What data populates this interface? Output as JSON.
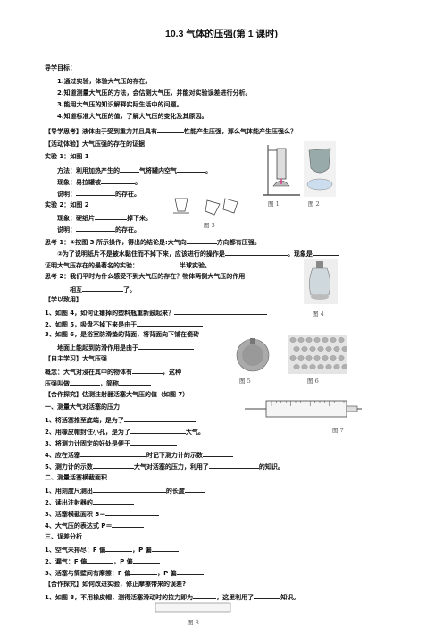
{
  "title": "10.3 气体的压强(第 1 课时)",
  "goals": {
    "heading": "导学目标：",
    "items": [
      "1.通过实验，体验大气压的存在。",
      "2.知道测量大气压的方法，会估测大气压，并能对实验误差进行分析。",
      "3.能用大气压的知识解释实际生活中的问题。",
      "4.知道标准大气压的值，了解大气压的变化及其原因。"
    ]
  },
  "think": {
    "a": "【导学思考】液体由于受到重力并且具有",
    "b": "性能产生压强，那么气体能产生压强么？"
  },
  "activity": {
    "heading": "【活动体验】大气压强的存在的证据"
  },
  "exp1": {
    "title": "实验 1：如图 1",
    "method_a": "方法：利用加热产生的",
    "method_b": "气将罐内空气",
    "method_c": "。",
    "phen_a": "现象：易拉罐被",
    "phen_b": "。",
    "expl_a": "说明：",
    "expl_b": "的存在。"
  },
  "exp2": {
    "title": "实验 2：如图 2",
    "phen_a": "现象：硬纸片",
    "phen_b": "掉下来。",
    "expl_a": "说明：",
    "expl_b": "的存在。"
  },
  "q1": {
    "a": "思考 1：①按图 3 所示操作，得出的结论是:大气向",
    "b": "方向都有压强。",
    "c": "②为了说明纸片不是被水黏住而不掉下来，应该进行的操作是",
    "d": "。现象是",
    "e": "证明大气压存在的最著名的实验：",
    "f": "半球实验。"
  },
  "q2": {
    "a": "思考 2：我们平时为什么感受不到大气压的存在？物体两侧大气压的作用",
    "b": "相互",
    "c": "了。"
  },
  "apply": {
    "heading": "【学以致用】",
    "l1": "1、如图 4，如何让瘪掉的塑料瓶重新鼓起来？",
    "l2": "2、如图 5，吸盘不掉下来是由于",
    "l3": "3、如图 6，是浴室防滑垫的背面，将背面向下铺在瓷砖",
    "l4": "地面上能起到防滑作用是由于"
  },
  "self": {
    "heading": "【自主学习】大气压强",
    "l1": "概念：大气对浸在其中的物体有",
    "l1b": "，这种",
    "l2": "压强叫做",
    "l2b": "，简称"
  },
  "coop": {
    "heading": "【合作探究】估测注射器活塞大气压的值（如图 7）",
    "s1": "一、测量大气对活塞的压力",
    "s1i1": "1、将活塞推至底端，是为了",
    "s1i2a": "2、用橡皮帽封住小孔，是为了",
    "s1i2b": "大气。",
    "s1i3": "3、将测力计固定的好处是便于",
    "s1i4a": "4、应在活塞",
    "s1i4b": "时记下测力计的示数",
    "s1i5a": "5、测力计的示数",
    "s1i5b": "大气对活塞的压力，利用了",
    "s1i5c": "的知识。",
    "s2": "二、测量活塞横截面积",
    "s2i1a": "1、用刻度尺测出",
    "s2i1b": "的长度",
    "s2i2": "2、读出注射器的",
    "s2i3": "3、活塞横截面积 S＝",
    "s2i4": "4、大气压的表达式 P＝",
    "s3": "三、误差分析",
    "s3i1a": "1、空气未排尽：F 偏",
    "s3i1b": "，P 偏",
    "s3i2a": "2、漏气：F 偏",
    "s3i2b": "，P 偏",
    "s3i3a": "3、活塞与筒壁间有摩擦：F 偏",
    "s3i3b": "，P 偏",
    "coop2": "【合作探究】如何改进实验，修正摩擦带来的误差?",
    "c1a": "1、如图 8，不用橡皮帽，测得活塞滑动时的拉力即为",
    "c1b": "，这里利用了",
    "c1c": "知识。"
  },
  "figures": {
    "f1": "图 1",
    "f2": "图 2",
    "f3": "图 3",
    "f4": "图 4",
    "f5": "图 5",
    "f6": "图 6",
    "f7": "图 7",
    "f8": "图 8"
  }
}
